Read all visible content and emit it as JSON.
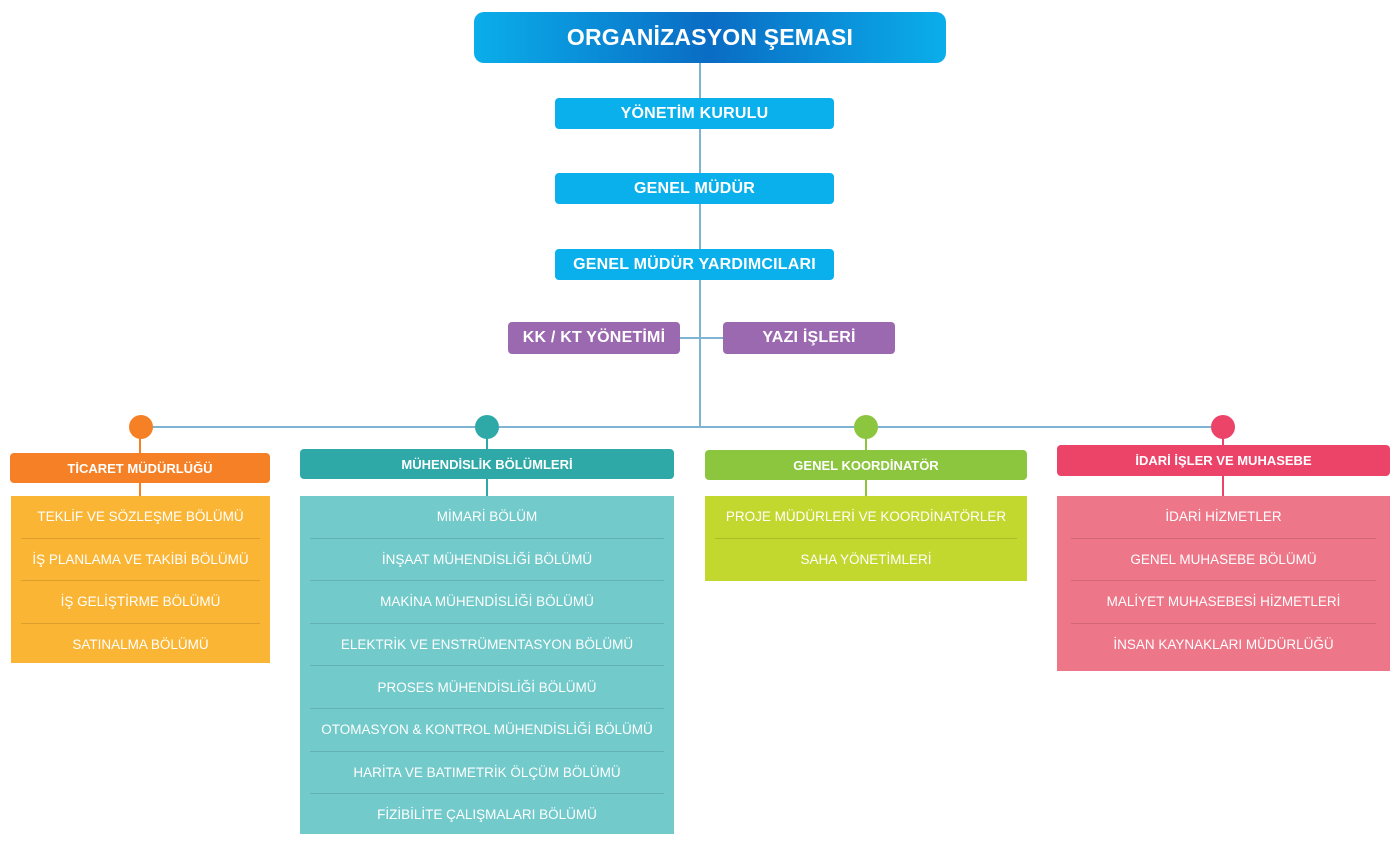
{
  "title": "ORGANİZASYON ŞEMASI",
  "hierarchy": [
    "YÖNETİM KURULU",
    "GENEL MÜDÜR",
    "GENEL MÜDÜR YARDIMCILARI"
  ],
  "side_units": [
    "KK / KT YÖNETİMİ",
    "YAZI İŞLERİ"
  ],
  "departments": [
    {
      "name": "TİCARET MÜDÜRLÜĞÜ",
      "color": "#f58025",
      "box_color": "#fbb534",
      "items": [
        "TEKLİF VE SÖZLEŞME BÖLÜMÜ",
        "İŞ PLANLAMA VE TAKİBİ BÖLÜMÜ",
        "İŞ GELİŞTİRME BÖLÜMÜ",
        "SATINALMA BÖLÜMÜ"
      ]
    },
    {
      "name": "MÜHENDİSLİK BÖLÜMLERİ",
      "color": "#2ea9a7",
      "box_color": "#72cacb",
      "items": [
        "MİMARİ BÖLÜM",
        "İNŞAAT MÜHENDİSLİĞİ BÖLÜMÜ",
        "MAKİNA MÜHENDİSLİĞİ BÖLÜMÜ",
        "ELEKTRİK VE ENSTRÜMENTASYON BÖLÜMÜ",
        "PROSES MÜHENDİSLİĞİ BÖLÜMÜ",
        "OTOMASYON & KONTROL MÜHENDİSLİĞİ BÖLÜMÜ",
        "HARİTA VE BATIMETRİK ÖLÇÜM BÖLÜMÜ",
        "FİZİBİLİTE ÇALIŞMALARI BÖLÜMÜ"
      ]
    },
    {
      "name": "GENEL KOORDİNATÖR",
      "color": "#8cc63f",
      "box_color": "#c2d82e",
      "items": [
        "PROJE MÜDÜRLERİ VE KOORDİNATÖRLER",
        "SAHA YÖNETİMLERİ"
      ]
    },
    {
      "name": "İDARİ İŞLER VE MUHASEBE",
      "color": "#ec4369",
      "box_color": "#ee7689",
      "items": [
        "İDARİ HİZMETLER",
        "GENEL MUHASEBE BÖLÜMÜ",
        "MALİYET MUHASEBESİ HİZMETLERİ",
        "İNSAN KAYNAKLARI MÜDÜRLÜĞÜ"
      ]
    }
  ]
}
